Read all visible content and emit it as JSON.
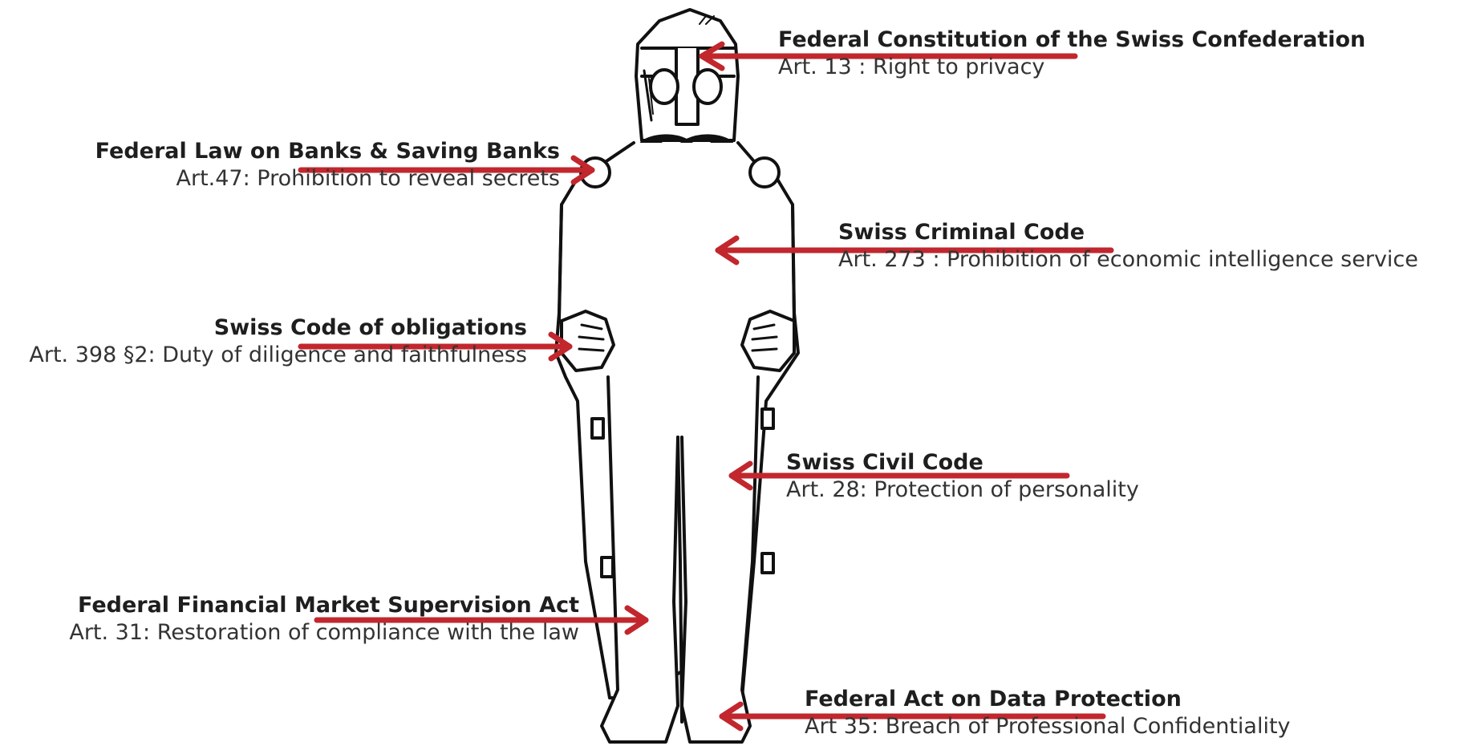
{
  "accent_color": "#c1272d",
  "figure": {
    "icon": "armored-knight-figure"
  },
  "labels": [
    {
      "id": "constitution",
      "title": "Federal Constitution of the Swiss Confederation",
      "article": "Art. 13 : Right to privacy"
    },
    {
      "id": "banks",
      "title": "Federal Law on Banks & Saving Banks",
      "article": "Art.47: Prohibition to reveal secrets"
    },
    {
      "id": "criminal",
      "title": "Swiss Criminal Code",
      "article": "Art. 273 : Prohibition of economic intelligence service"
    },
    {
      "id": "obligations",
      "title": "Swiss Code of obligations",
      "article": "Art. 398 §2: Duty of diligence and faithfulness"
    },
    {
      "id": "civil",
      "title": "Swiss Civil Code",
      "article": "Art. 28: Protection of personality"
    },
    {
      "id": "finma",
      "title": "Federal Financial Market Supervision Act",
      "article": "Art. 31: Restoration of compliance with the law"
    },
    {
      "id": "data",
      "title": "Federal Act on Data Protection",
      "article": "Art 35: Breach of Professional Confidentiality"
    }
  ]
}
